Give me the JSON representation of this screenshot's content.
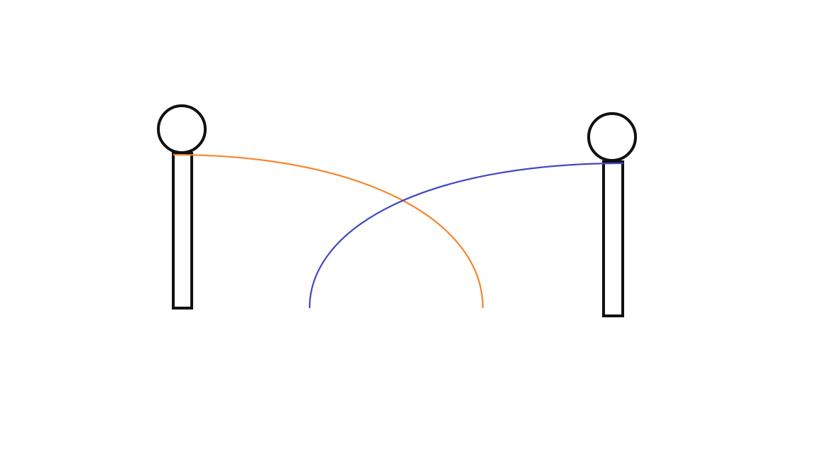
{
  "diagram": {
    "posts": [
      {
        "id": "left",
        "ball_icon": "circle-outline",
        "pole_icon": "rectangle-outline"
      },
      {
        "id": "right",
        "ball_icon": "circle-outline",
        "pole_icon": "rectangle-outline"
      }
    ],
    "arcs": [
      {
        "id": "orange-arc",
        "from": "left-post-top",
        "color": "#f5862e"
      },
      {
        "id": "blue-arc",
        "from": "right-post-top",
        "color": "#4249c4"
      }
    ],
    "colors": {
      "background": "#ffffff",
      "outline": "#111111"
    }
  }
}
